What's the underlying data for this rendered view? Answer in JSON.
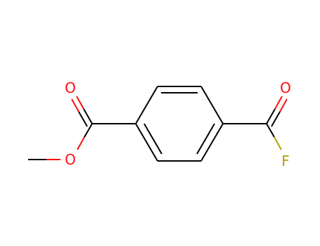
{
  "molecule": {
    "atoms": {
      "o_carbonyl_ester": {
        "symbol": "O",
        "color": "#ff0d0d"
      },
      "o_ether": {
        "symbol": "O",
        "color": "#ff0d0d"
      },
      "o_carbonyl_acyl": {
        "symbol": "O",
        "color": "#ff0d0d"
      },
      "f_acyl": {
        "symbol": "F",
        "color": "#b3a000"
      }
    },
    "colors": {
      "carbon_bond": "#000000",
      "oxygen": "#ff0d0d",
      "fluorine": "#b3a000"
    }
  }
}
